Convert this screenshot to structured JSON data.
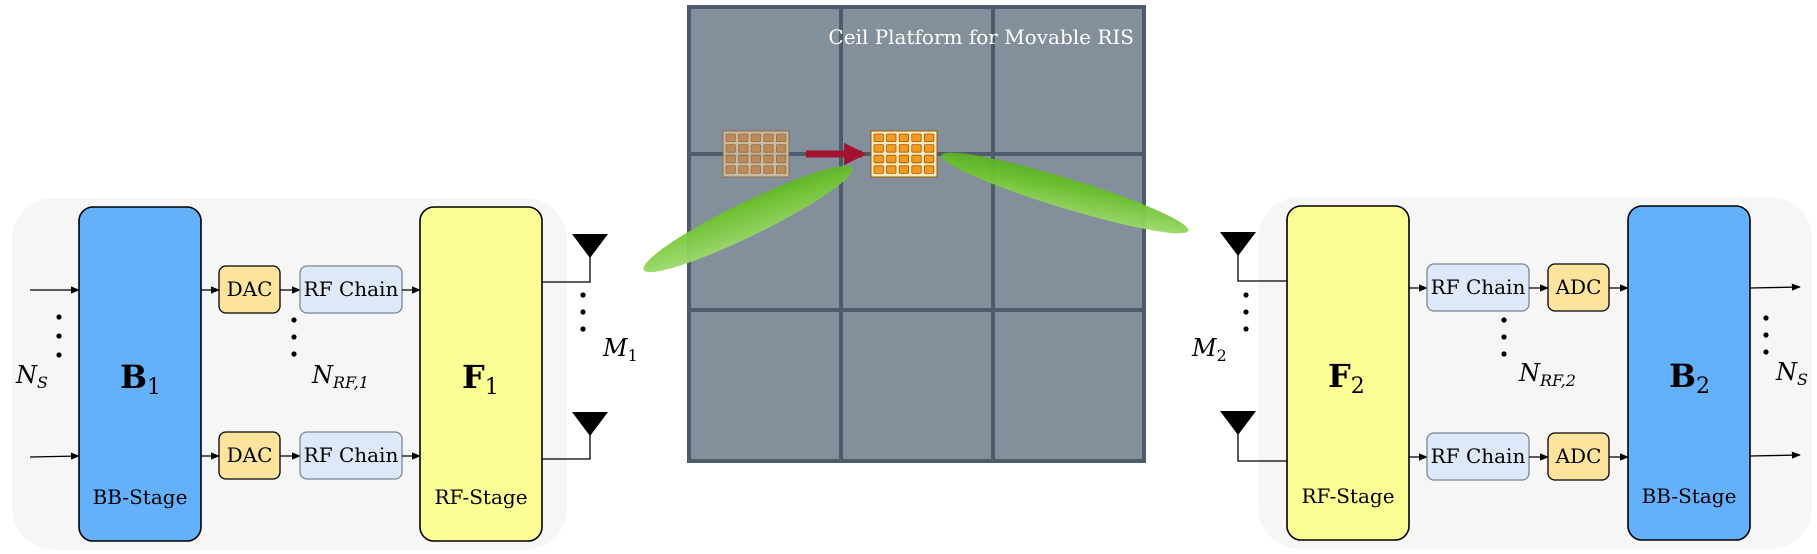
{
  "platform": {
    "title": "Ceil Platform for Movable RIS"
  },
  "transmitter": {
    "baseband": {
      "symbol": "B",
      "index": "1",
      "stage": "BB-Stage"
    },
    "rf": {
      "symbol": "F",
      "index": "1",
      "stage": "RF-Stage"
    },
    "dac_label": "DAC",
    "rf_chain_label": "RF Chain",
    "streams": {
      "symbol": "N",
      "sub": "S"
    },
    "n_rf": {
      "symbol": "N",
      "sub": "RF,1"
    },
    "antennas": {
      "symbol": "M",
      "sub": "1"
    }
  },
  "receiver": {
    "rf": {
      "symbol": "F",
      "index": "2",
      "stage": "RF-Stage"
    },
    "baseband": {
      "symbol": "B",
      "index": "2",
      "stage": "BB-Stage"
    },
    "adc_label": "ADC",
    "rf_chain_label": "RF Chain",
    "streams": {
      "symbol": "N",
      "sub": "S"
    },
    "n_rf": {
      "symbol": "N",
      "sub": "RF,2"
    },
    "antennas": {
      "symbol": "M",
      "sub": "2"
    }
  },
  "colors": {
    "baseband": "#64b0fb",
    "rf_stage": "#fdfd96",
    "converter": "#fde39b",
    "rf_chain": "#dde9f8",
    "platform": "#848f9c",
    "platform_grid": "#4d5b6a",
    "beam": "#7ccd3a",
    "move_arrow": "#a3132f",
    "ris_old": "#c98a4e",
    "ris_new": "#f59a1e"
  }
}
